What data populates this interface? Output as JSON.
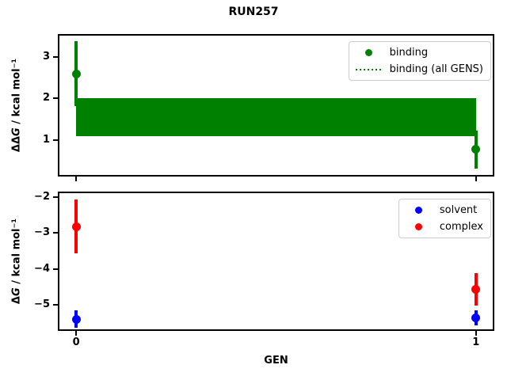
{
  "suptitle": "RUN257",
  "xlabel": "GEN",
  "colors": {
    "binding": "#008000",
    "solvent": "#0000ff",
    "complex": "#ff0000",
    "axis": "#000000",
    "legend_border": "#cccccc"
  },
  "chart_data": [
    {
      "name": "binding-panel",
      "type": "scatter",
      "ylabel": "ΔΔG / kcal mol⁻¹",
      "ylabel_parts": {
        "prefix": "ΔΔ",
        "italic": "G",
        "suffix": " / kcal mol⁻¹"
      },
      "xlim": [
        -0.046,
        1.046
      ],
      "ylim": [
        0.12,
        3.55
      ],
      "yticks": [
        3,
        2,
        1
      ],
      "ytick_labels": [
        "3",
        "2",
        "1"
      ],
      "xticks": [
        0,
        1
      ],
      "xtick_labels": null,
      "grid": false,
      "band": {
        "label": "binding (all GENS)",
        "x": [
          0,
          1
        ],
        "center": 1.545,
        "y_low": 1.09,
        "y_high": 2.0,
        "color": "#008000",
        "linestyle": "dotted"
      },
      "series": [
        {
          "name": "binding",
          "color": "#008000",
          "marker": "circle",
          "points": [
            {
              "x": 0,
              "y": 2.59,
              "yerr": 0.78
            },
            {
              "x": 1,
              "y": 0.77,
              "yerr": 0.46
            }
          ]
        }
      ],
      "legend": {
        "position": "upper right",
        "items": [
          {
            "swatch": "marker",
            "color": "#008000",
            "label": "binding"
          },
          {
            "swatch": "dotted-line",
            "color": "#008000",
            "label": "binding (all GENS)"
          }
        ]
      }
    },
    {
      "name": "dg-panel",
      "type": "scatter",
      "ylabel": "ΔG / kcal mol⁻¹",
      "ylabel_parts": {
        "prefix": "Δ",
        "italic": "G",
        "suffix": " / kcal mol⁻¹"
      },
      "xlim": [
        -0.046,
        1.046
      ],
      "ylim": [
        -5.73,
        -1.85
      ],
      "yticks": [
        -2,
        -3,
        -4,
        -5
      ],
      "ytick_labels": [
        "−2",
        "−3",
        "−4",
        "−5"
      ],
      "xticks": [
        0,
        1
      ],
      "xtick_labels": [
        "0",
        "1"
      ],
      "grid": false,
      "band": null,
      "series": [
        {
          "name": "solvent",
          "color": "#0000ff",
          "marker": "circle",
          "points": [
            {
              "x": 0,
              "y": -5.4,
              "yerr": 0.24
            },
            {
              "x": 1,
              "y": -5.37,
              "yerr": 0.21
            }
          ]
        },
        {
          "name": "complex",
          "color": "#ff0000",
          "marker": "circle",
          "points": [
            {
              "x": 0,
              "y": -2.82,
              "yerr": 0.76
            },
            {
              "x": 1,
              "y": -4.57,
              "yerr": 0.46
            }
          ]
        }
      ],
      "legend": {
        "position": "upper right",
        "items": [
          {
            "swatch": "marker",
            "color": "#0000ff",
            "label": "solvent"
          },
          {
            "swatch": "marker",
            "color": "#ff0000",
            "label": "complex"
          }
        ]
      }
    }
  ]
}
